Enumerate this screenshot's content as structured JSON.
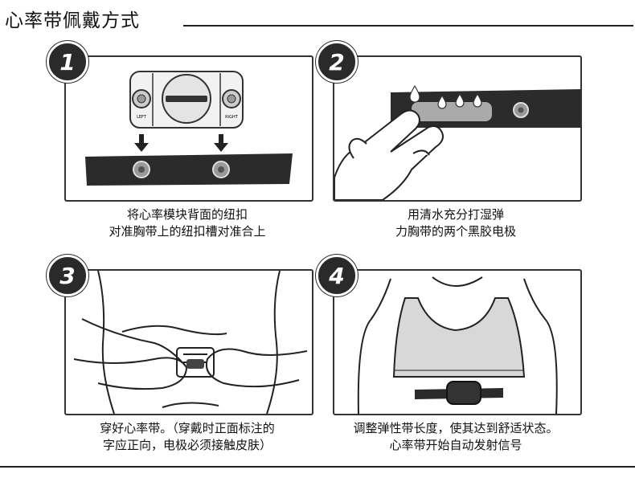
{
  "title": "心率带佩戴方式",
  "steps": [
    {
      "number": "1",
      "line1": "将心率模块背面的纽扣",
      "line2": "对准胸带上的纽扣槽对准合上",
      "left_label": "LEFT",
      "right_label": "RIGHT"
    },
    {
      "number": "2",
      "line1": "用清水充分打湿弹",
      "line2": "力胸带的两个黑胶电极"
    },
    {
      "number": "3",
      "line1": "穿好心率带。（穿戴时正面标注的",
      "line2": "字应正向，电极必须接触皮肤）"
    },
    {
      "number": "4",
      "line1": "调整弹性带长度，使其达到舒适状态。",
      "line2": "心率带开始自动发射信号"
    }
  ],
  "colors": {
    "strap": "#2b2b2b",
    "module": "#e8e8e8",
    "outline": "#333333",
    "badge": "#2a2a2a"
  }
}
